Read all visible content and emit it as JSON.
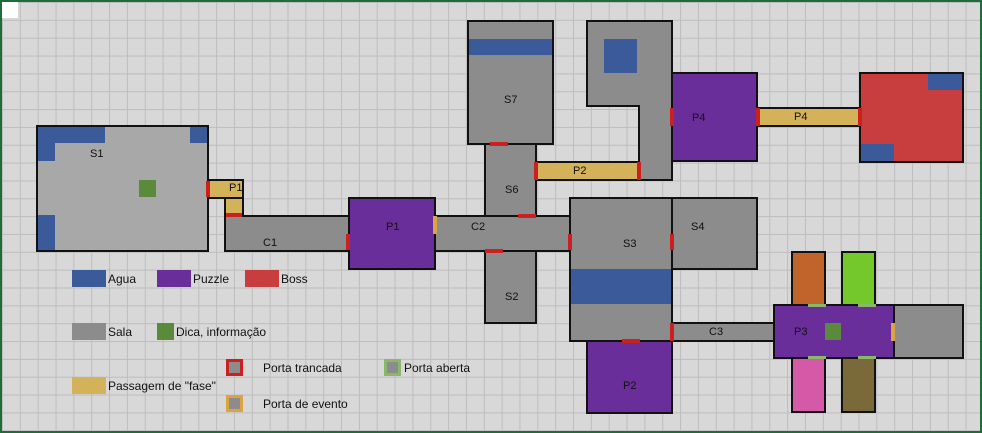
{
  "colors": {
    "room": "#8c8c8c",
    "room_light": "#a8a8a8",
    "water": "#3a5a9a",
    "puzzle": "#6a2e9a",
    "boss": "#c83e3e",
    "hint": "#5a8a3a",
    "phase_passage": "#d4b25a",
    "door_locked": "#cc1f1f",
    "door_event": "#d9a441",
    "door_open": "#8ab86a",
    "orange": "#c0642c",
    "lime": "#74c82c",
    "pink": "#d45aa8",
    "olive": "#7a6a3a"
  },
  "rooms": {
    "s1": "S1",
    "s2": "S2",
    "s3": "S3",
    "s4": "S4",
    "s6": "S6",
    "s7": "S7",
    "p1_room": "P1",
    "p1_passage": "P1",
    "p2_room": "P2",
    "p2_passage": "P2",
    "p3_room": "P3",
    "p4_room": "P4",
    "p4_passage": "P4",
    "c1": "C1",
    "c2": "C2",
    "c3": "C3"
  },
  "legend": {
    "agua": "Agua",
    "puzzle": "Puzzle",
    "boss": "Boss",
    "sala": "Sala",
    "dica": "Dica, informação",
    "passagem": "Passagem de \"fase\"",
    "porta_trancada": "Porta trancada",
    "porta_aberta": "Porta aberta",
    "porta_evento": "Porta de evento"
  }
}
